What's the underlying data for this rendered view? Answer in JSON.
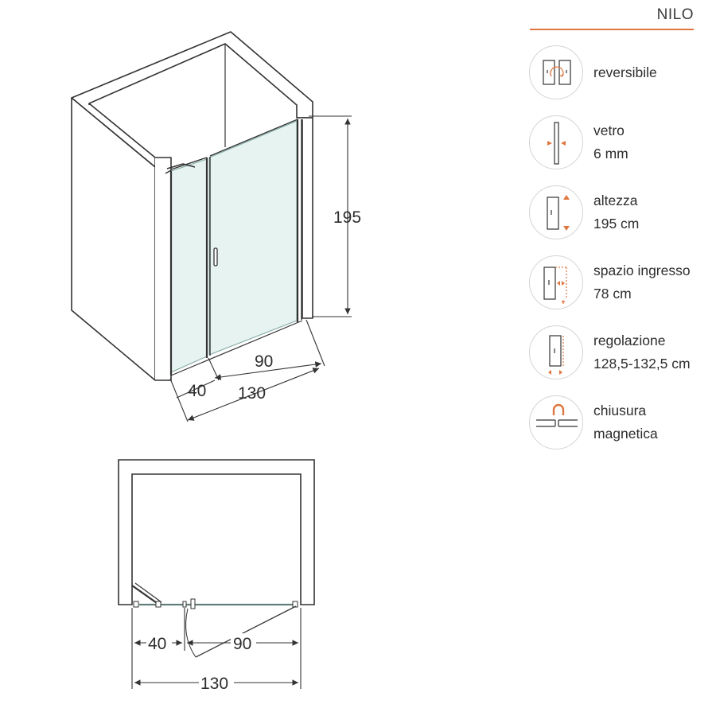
{
  "title": "NILO",
  "iso_dims": {
    "height": "195",
    "door": "90",
    "fixed": "40",
    "total": "130"
  },
  "plan_dims": {
    "fixed": "40",
    "door": "90",
    "total": "130"
  },
  "features": [
    {
      "icon": "reversible-icon",
      "line1": "reversibile",
      "line2": ""
    },
    {
      "icon": "glass-thickness-icon",
      "line1": "vetro",
      "line2": "6 mm"
    },
    {
      "icon": "height-icon",
      "line1": "altezza",
      "line2": "195 cm"
    },
    {
      "icon": "entry-space-icon",
      "line1": "spazio ingresso",
      "line2": "78 cm"
    },
    {
      "icon": "adjustment-icon",
      "line1": "regolazione",
      "line2": "128,5-132,5 cm"
    },
    {
      "icon": "magnetic-closure-icon",
      "line1": "chiusura",
      "line2": "magnetica"
    }
  ],
  "colors": {
    "accent": "#e0763f",
    "glass": "#e6f3f1",
    "line": "#333333"
  }
}
